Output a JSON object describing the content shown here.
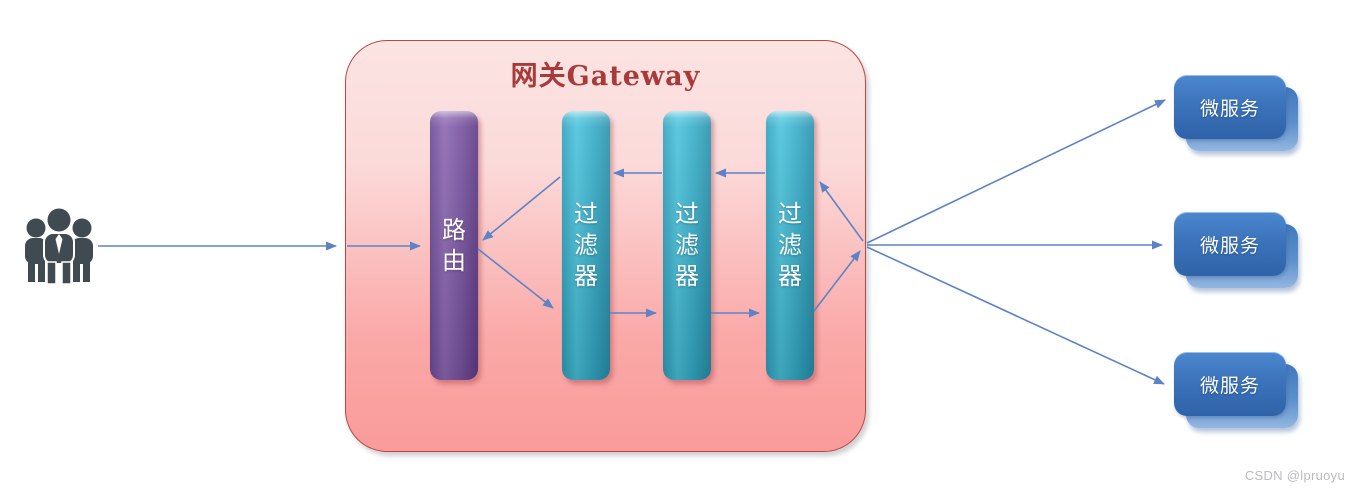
{
  "gateway": {
    "title": "网关Gateway",
    "route": {
      "label": "路由"
    },
    "filters": [
      {
        "label": "过滤器"
      },
      {
        "label": "过滤器"
      },
      {
        "label": "过滤器"
      }
    ]
  },
  "microservices": [
    {
      "label": "微服务"
    },
    {
      "label": "微服务"
    },
    {
      "label": "微服务"
    }
  ],
  "users": {
    "icon": "users-group-icon"
  },
  "watermark": "CSDN @lpruoyu",
  "colors": {
    "gateway_border": "#ba4743",
    "gateway_fill_top": "#fbe4e3",
    "gateway_fill_bottom": "#fa9b9a",
    "title_text": "#a83b39",
    "route_bar": "#7a53a1",
    "filter_bar": "#34adc9",
    "microservice_fill": "#3b72ba",
    "arrow": "#5d83c6",
    "users_icon": "#3f4a51",
    "watermark": "#b9bcbe"
  }
}
